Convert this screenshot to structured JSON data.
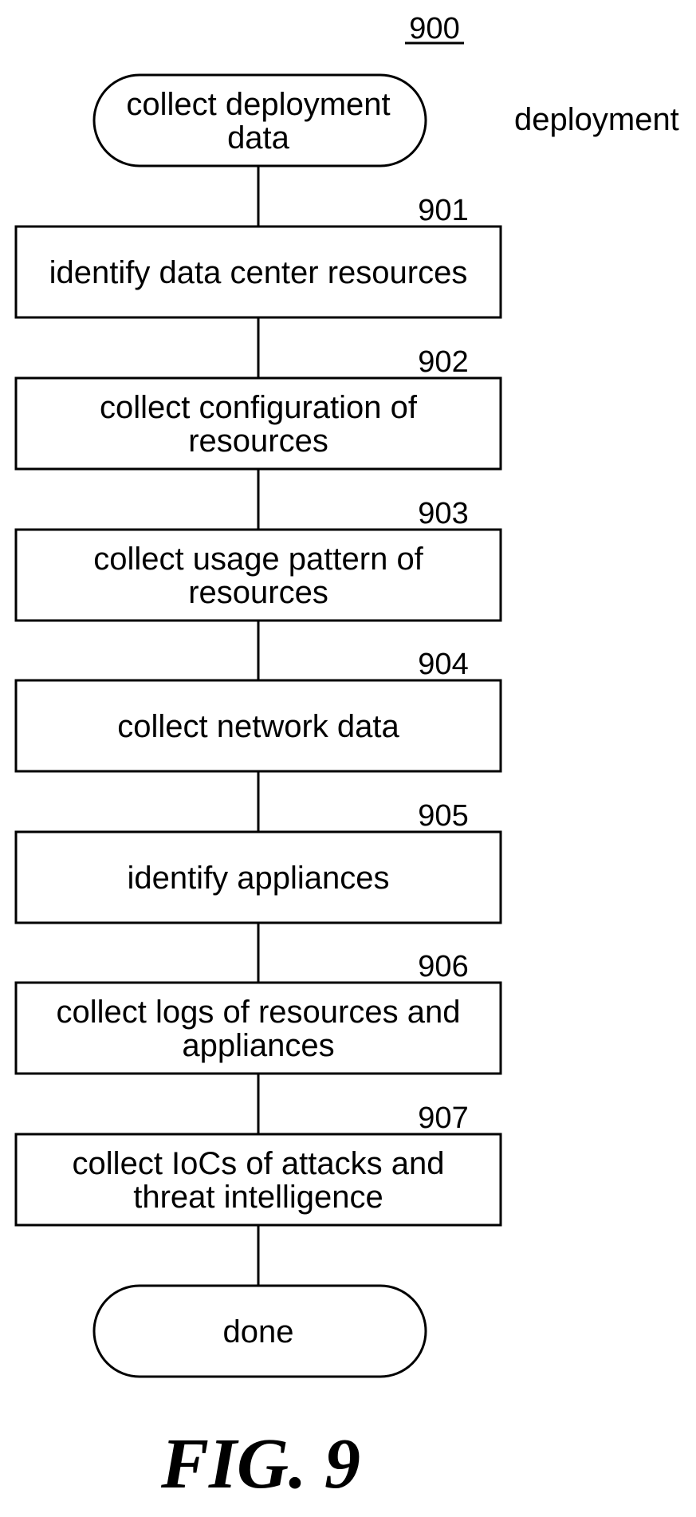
{
  "diagram": {
    "ref_number": "900",
    "side_note": "deployment",
    "start": {
      "lines": [
        "collect deployment",
        "data"
      ]
    },
    "steps": [
      {
        "ref": "901",
        "lines": [
          "identify data center resources"
        ]
      },
      {
        "ref": "902",
        "lines": [
          "collect configuration of",
          "resources"
        ]
      },
      {
        "ref": "903",
        "lines": [
          "collect usage pattern of",
          "resources"
        ]
      },
      {
        "ref": "904",
        "lines": [
          "collect network data"
        ]
      },
      {
        "ref": "905",
        "lines": [
          "identify appliances"
        ]
      },
      {
        "ref": "906",
        "lines": [
          "collect logs of resources and",
          "appliances"
        ]
      },
      {
        "ref": "907",
        "lines": [
          "collect IoCs of attacks and",
          "threat intelligence"
        ]
      }
    ],
    "end": {
      "lines": [
        "done"
      ]
    },
    "figure_label": "FIG. 9"
  }
}
